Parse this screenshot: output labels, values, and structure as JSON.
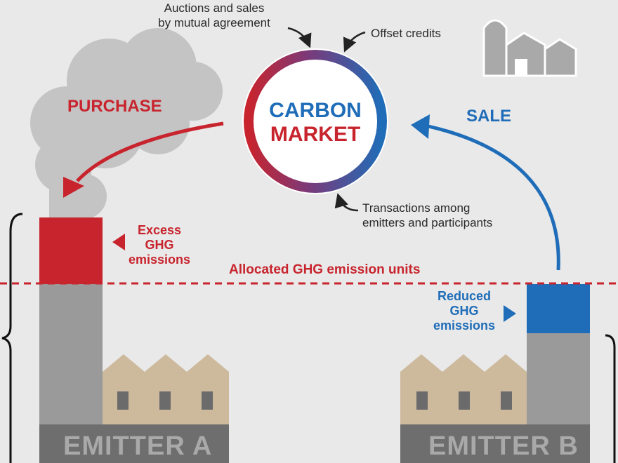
{
  "market": {
    "line1": "CARBON",
    "line2": "MARKET"
  },
  "annotations": {
    "auctions_l1": "Auctions and sales",
    "auctions_l2": "by mutual agreement",
    "offset_credits": "Offset credits",
    "transactions_l1": "Transactions among",
    "transactions_l2": "emitters and participants"
  },
  "flows": {
    "purchase": "PURCHASE",
    "sale": "SALE"
  },
  "emitter_a": {
    "name": "EMITTER A",
    "excess_l1": "Excess",
    "excess_l2": "GHG",
    "excess_l3": "emissions"
  },
  "emitter_b": {
    "name": "EMITTER B",
    "reduced_l1": "Reduced",
    "reduced_l2": "GHG",
    "reduced_l3": "emissions"
  },
  "threshold_label": "Allocated GHG emission units",
  "colors": {
    "red": "#c8242d",
    "blue": "#1f6db8",
    "gray": "#9a9a9a",
    "dark_gray": "#6e6e6e",
    "factory": "#cdb99c",
    "cloud": "#c4c4c4"
  }
}
